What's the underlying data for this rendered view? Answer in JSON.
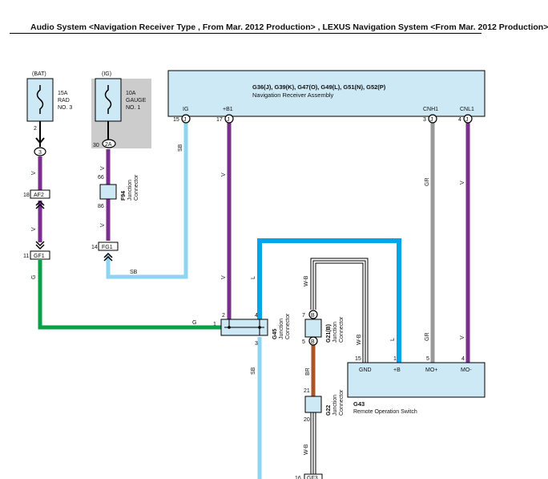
{
  "header": {
    "title": "Audio System <Navigation Receiver Type , From Mar. 2012 Production> , LEXUS Navigation System <From Mar. 2012 Production>"
  },
  "fuses": {
    "bat": {
      "source": "(BAT)",
      "amp": "15A",
      "name1": "RAD",
      "name2": "NO. 3",
      "pin": "2"
    },
    "ig": {
      "source": "(IG)",
      "amp": "10A",
      "name1": "GAUGE",
      "name2": "NO. 1",
      "pin": "30",
      "connector": "2A"
    }
  },
  "navigation_receiver": {
    "connectors": "G36(J), G39(K), G47(O), G49(L), G51(N), G52(P)",
    "name": "Navigation Receiver Assembly",
    "terminals": [
      {
        "label": "IG",
        "pin": "15",
        "conn": "J"
      },
      {
        "label": "+B1",
        "pin": "17",
        "conn": "J"
      },
      {
        "label": "CNH1",
        "pin": "3",
        "conn": "J"
      },
      {
        "label": "CNL1",
        "pin": "4",
        "conn": "J"
      }
    ]
  },
  "remote_switch": {
    "id": "G43",
    "name": "Remote Operation Switch",
    "terminals": [
      {
        "label": "GND",
        "pin": "15"
      },
      {
        "label": "+B",
        "pin": "1"
      },
      {
        "label": "MO+",
        "pin": "5"
      },
      {
        "label": "MO-",
        "pin": "4"
      }
    ]
  },
  "junctions": {
    "f94": {
      "id": "F94",
      "label1": "Junction",
      "label2": "Connector",
      "pin_top": "66",
      "pin_bottom": "86"
    },
    "g45": {
      "id": "G45",
      "label1": "Junction",
      "label2": "Connector",
      "pin_left": "1",
      "pin_a": "2",
      "pin_b": "4",
      "pin_bottom": "3"
    },
    "g21": {
      "id": "G21(B)",
      "label1": "Junction",
      "label2": "Connector",
      "pin_top": "7",
      "pin_bottom": "5",
      "conn": "B"
    },
    "g22": {
      "id": "G22",
      "label1": "Junction",
      "label2": "Connector",
      "pin_top": "21",
      "pin_bottom": "20"
    }
  },
  "inline_connectors": {
    "bat_splice": "3",
    "af2": {
      "pin": "18",
      "id": "AF2"
    },
    "gf1": {
      "pin": "11",
      "id": "GF1"
    },
    "fg1": {
      "pin": "14",
      "id": "FG1"
    },
    "gf3": {
      "pin": "16",
      "id": "GF3"
    }
  },
  "wire_colors": {
    "v": "V",
    "g": "G",
    "sb": "SB",
    "l": "L",
    "gr": "GR",
    "wb": "W-B",
    "br": "BR"
  },
  "colors": {
    "box_fill": "#cde9f5",
    "fuse_shade": "#cccccc",
    "violet": "#7a2e8e",
    "green": "#0aa04a",
    "sky": "#8fd4f2",
    "blue": "#00a6e6",
    "gray": "#999999",
    "brown": "#a65628"
  }
}
